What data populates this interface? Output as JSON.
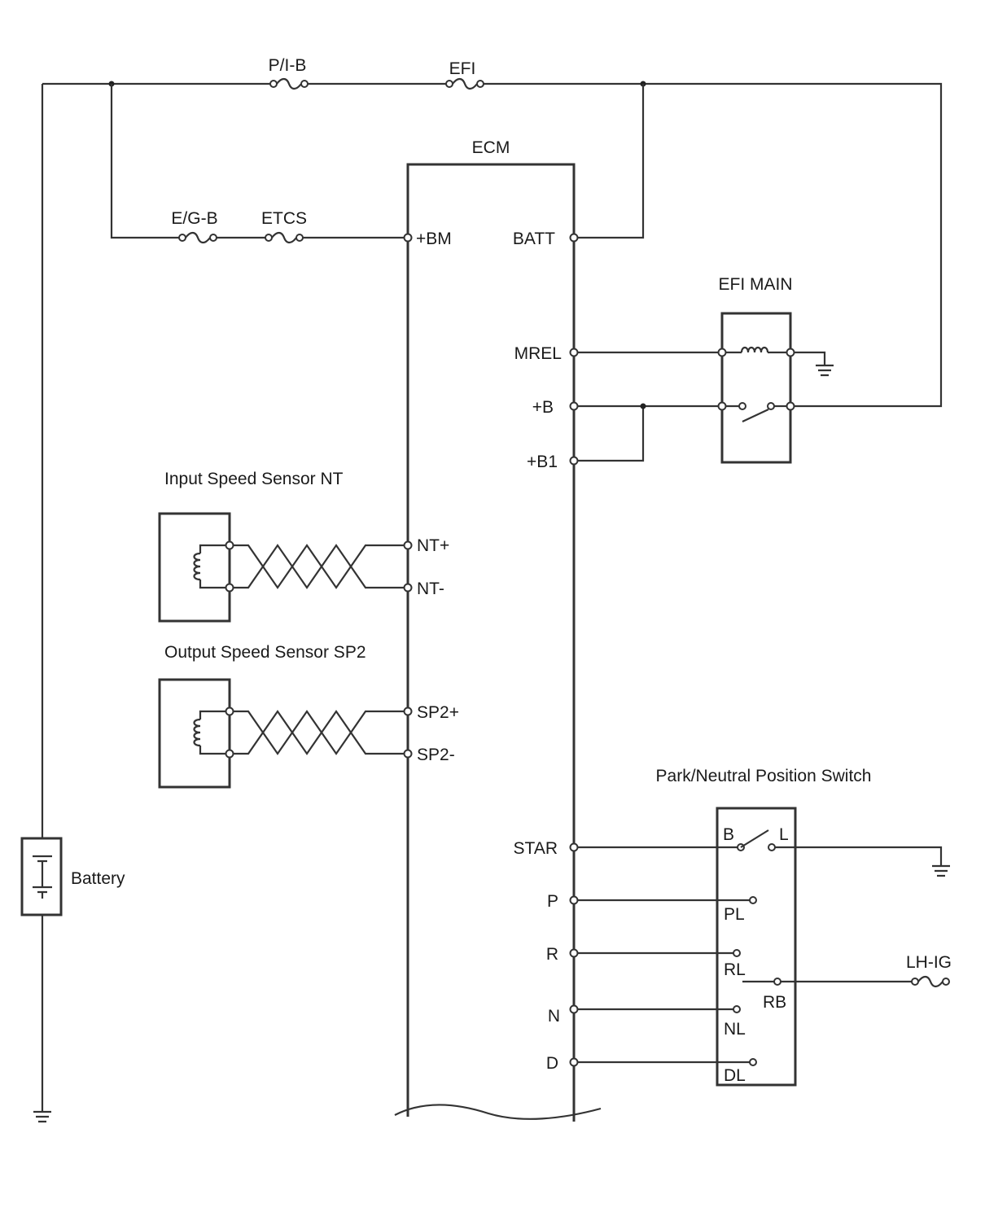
{
  "ecm": {
    "title": "ECM",
    "pins": {
      "bm": "+BM",
      "batt": "BATT",
      "mrel": "MREL",
      "b": "+B",
      "b1": "+B1",
      "nt_plus": "NT+",
      "nt_minus": "NT-",
      "sp2_plus": "SP2+",
      "sp2_minus": "SP2-",
      "star": "STAR",
      "p": "P",
      "r": "R",
      "n": "N",
      "d": "D"
    }
  },
  "fuses": {
    "pib": "P/I-B",
    "efi": "EFI",
    "egb": "E/G-B",
    "etcs": "ETCS",
    "lhig": "LH-IG"
  },
  "relay": {
    "title": "EFI MAIN"
  },
  "sensors": {
    "input": "Input Speed Sensor NT",
    "output": "Output Speed Sensor SP2"
  },
  "battery": {
    "label": "Battery"
  },
  "pnp_switch": {
    "title": "Park/Neutral Position Switch",
    "terminals": {
      "b": "B",
      "l": "L",
      "pl": "PL",
      "rl": "RL",
      "rb": "RB",
      "nl": "NL",
      "dl": "DL"
    }
  }
}
